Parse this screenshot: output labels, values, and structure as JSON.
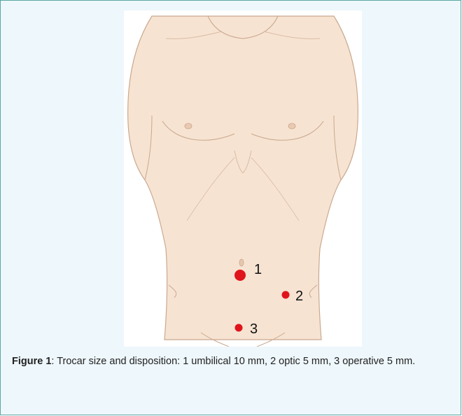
{
  "figure": {
    "caption_label": "Figure 1",
    "caption_text": ": Trocar size and disposition: 1 umbilical 10 mm, 2 optic 5 mm, 3 operative 5 mm."
  },
  "colors": {
    "skin": "#f7e3d2",
    "outline": "#c9a98f",
    "marker": "#e0141b",
    "border": "#5aa7a4",
    "panel": "#eef7fb"
  },
  "markers": [
    {
      "label": "1",
      "size": "large"
    },
    {
      "label": "2",
      "size": "small"
    },
    {
      "label": "3",
      "size": "small"
    }
  ]
}
